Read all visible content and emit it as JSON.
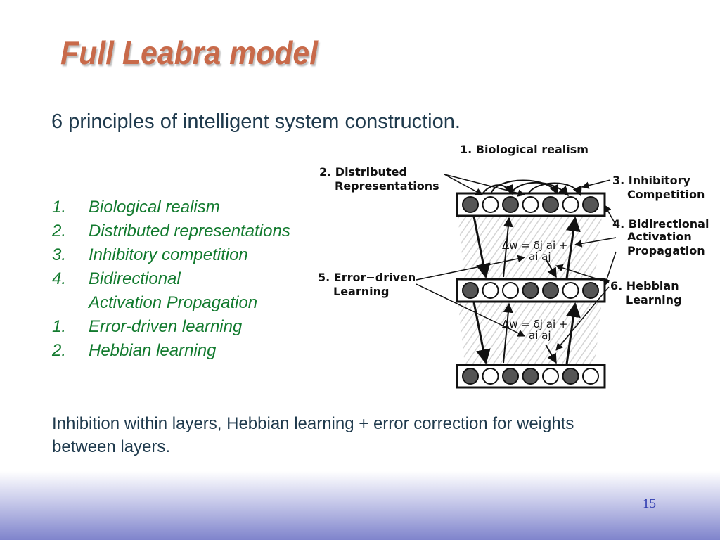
{
  "slide": {
    "title": "Full Leabra model",
    "subtitle": "6 principles of intelligent system construction.",
    "principles": [
      {
        "number": "1.",
        "text": "Biological realism"
      },
      {
        "number": "2.",
        "text": "Distributed representations"
      },
      {
        "number": "3.",
        "text": "Inhibitory competition"
      },
      {
        "number": "4.",
        "text": "Bidirectional"
      },
      {
        "number": "",
        "text": "Activation Propagation"
      },
      {
        "number": "1.",
        "text": "Error-driven learning"
      },
      {
        "number": "2.",
        "text": "Hebbian learning"
      }
    ],
    "summary_line1": "Inhibition within layers, Hebbian learning + error correction for weights",
    "summary_line2": "between layers.",
    "page_number": "15"
  },
  "diagram": {
    "labels": {
      "biological_realism": "1. Biological realism",
      "distributed_1": "2. Distributed",
      "distributed_2": "Representations",
      "inhibitory_1": "3. Inhibitory",
      "inhibitory_2": "Competition",
      "bidirectional_1": "4. Bidirectional",
      "bidirectional_2": "Activation",
      "bidirectional_3": "Propagation",
      "error_1": "5. Error−driven",
      "error_2": "Learning",
      "hebbian_1": "6. Hebbian",
      "hebbian_2": "Learning"
    },
    "equation_line1": "Δw = δj ai +",
    "equation_line2": "ai aj",
    "layers": [
      {
        "name": "top",
        "units": [
          "filled",
          "open",
          "filled",
          "open",
          "filled",
          "open",
          "filled"
        ]
      },
      {
        "name": "middle",
        "units": [
          "filled",
          "open",
          "open",
          "filled",
          "filled",
          "open",
          "filled"
        ]
      },
      {
        "name": "bottom",
        "units": [
          "filled",
          "open",
          "filled",
          "filled",
          "open",
          "filled",
          "open"
        ]
      }
    ],
    "colors": {
      "filled_unit": "#555555",
      "open_unit": "#ffffff",
      "stroke": "#111111"
    }
  }
}
